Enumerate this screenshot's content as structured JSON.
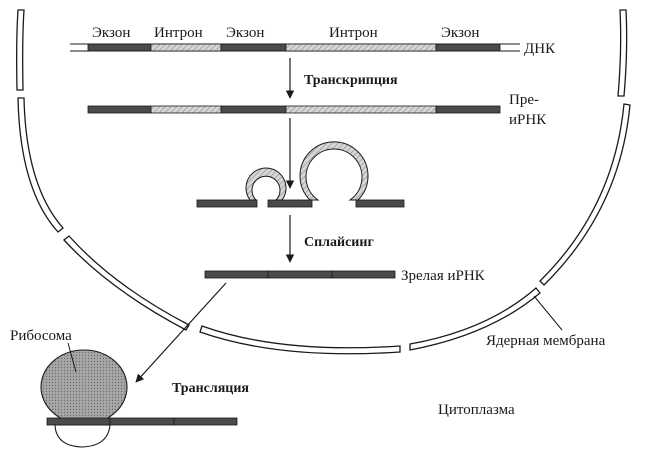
{
  "diagram": {
    "segments": {
      "exon_1": "Экзон",
      "intron_1": "Интрон",
      "exon_2": "Экзон",
      "intron_2": "Интрон",
      "exon_3": "Экзон"
    },
    "labels": {
      "dna": "ДНК",
      "pre_mrna_line1": "Пре-",
      "pre_mrna_line2": "иРНК",
      "mature_mrna": "Зрелая иРНК",
      "ribosome": "Рибосома",
      "nuclear_membrane": "Ядерная мембрана",
      "cytoplasm": "Цитоплазма"
    },
    "steps": {
      "transcription": "Транскрипция",
      "splicing": "Сплайсинг",
      "translation": "Трансляция"
    },
    "colors": {
      "exon": "#4a4a4a",
      "intron": "#cfcfcf",
      "stroke": "#1a1a1a",
      "ribosome": "#9a9a9a"
    }
  }
}
